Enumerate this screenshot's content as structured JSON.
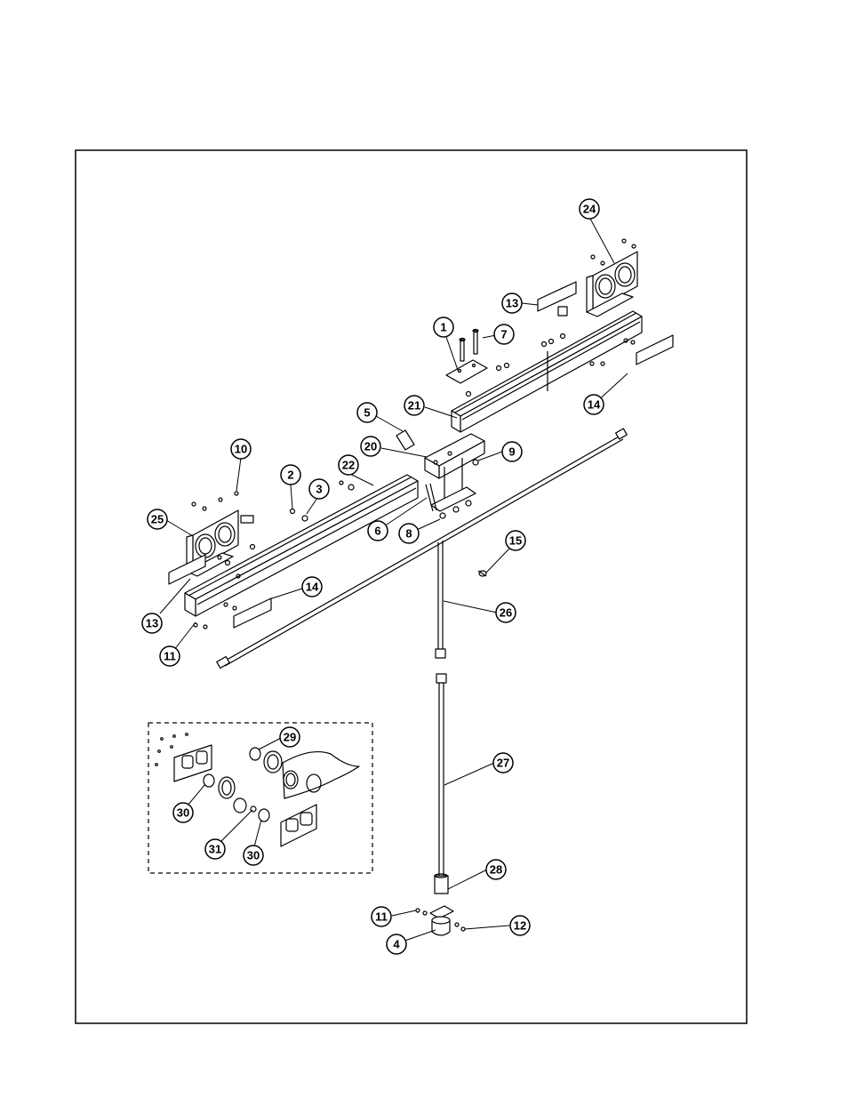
{
  "diagram": {
    "callouts": [
      {
        "id": "c1",
        "text": "1"
      },
      {
        "id": "c2",
        "text": "2"
      },
      {
        "id": "c3",
        "text": "3"
      },
      {
        "id": "c4",
        "text": "4"
      },
      {
        "id": "c5",
        "text": "5"
      },
      {
        "id": "c6",
        "text": "6"
      },
      {
        "id": "c7",
        "text": "7"
      },
      {
        "id": "c8",
        "text": "8"
      },
      {
        "id": "c9",
        "text": "9"
      },
      {
        "id": "c10",
        "text": "10"
      },
      {
        "id": "c11a",
        "text": "11"
      },
      {
        "id": "c11b",
        "text": "11"
      },
      {
        "id": "c12",
        "text": "12"
      },
      {
        "id": "c13a",
        "text": "13"
      },
      {
        "id": "c13b",
        "text": "13"
      },
      {
        "id": "c14a",
        "text": "14"
      },
      {
        "id": "c14b",
        "text": "14"
      },
      {
        "id": "c15",
        "text": "15"
      },
      {
        "id": "c20",
        "text": "20"
      },
      {
        "id": "c21",
        "text": "21"
      },
      {
        "id": "c22",
        "text": "22"
      },
      {
        "id": "c24",
        "text": "24"
      },
      {
        "id": "c25",
        "text": "25"
      },
      {
        "id": "c26",
        "text": "26"
      },
      {
        "id": "c27",
        "text": "27"
      },
      {
        "id": "c28",
        "text": "28"
      },
      {
        "id": "c29",
        "text": "29"
      },
      {
        "id": "c30a",
        "text": "30"
      },
      {
        "id": "c30b",
        "text": "30"
      },
      {
        "id": "c31",
        "text": "31"
      }
    ]
  }
}
